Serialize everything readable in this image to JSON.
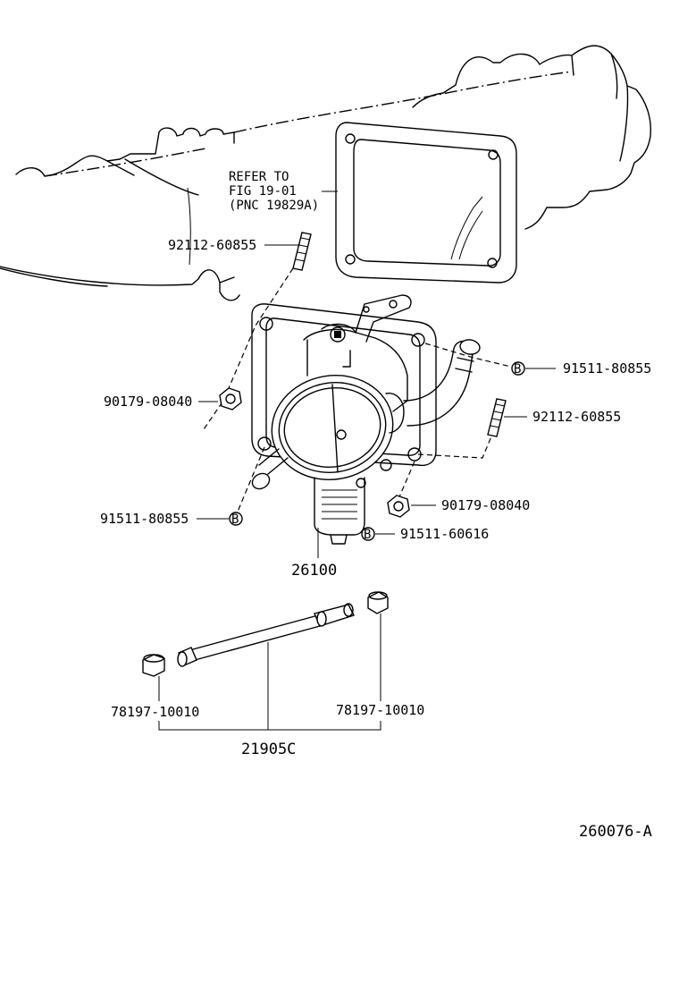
{
  "refer_note": {
    "line1": "REFER TO",
    "line2": "FIG 19-01",
    "line3": "(PNC 19829A)"
  },
  "parts": {
    "stud_upper": "92112-60855",
    "stud_right": "92112-60855",
    "nut_left": "90179-08040",
    "nut_right": "90179-08040",
    "bolt_upper_right": "91511-80855",
    "bolt_lower_left": "91511-80855",
    "bolt_lower_right": "91511-60616",
    "throttle_body": "26100",
    "cap_left": "78197-10010",
    "cap_right": "78197-10010",
    "shaft_kit": "21905C"
  },
  "bolt_marker": "B",
  "figure_id": "260076-A"
}
